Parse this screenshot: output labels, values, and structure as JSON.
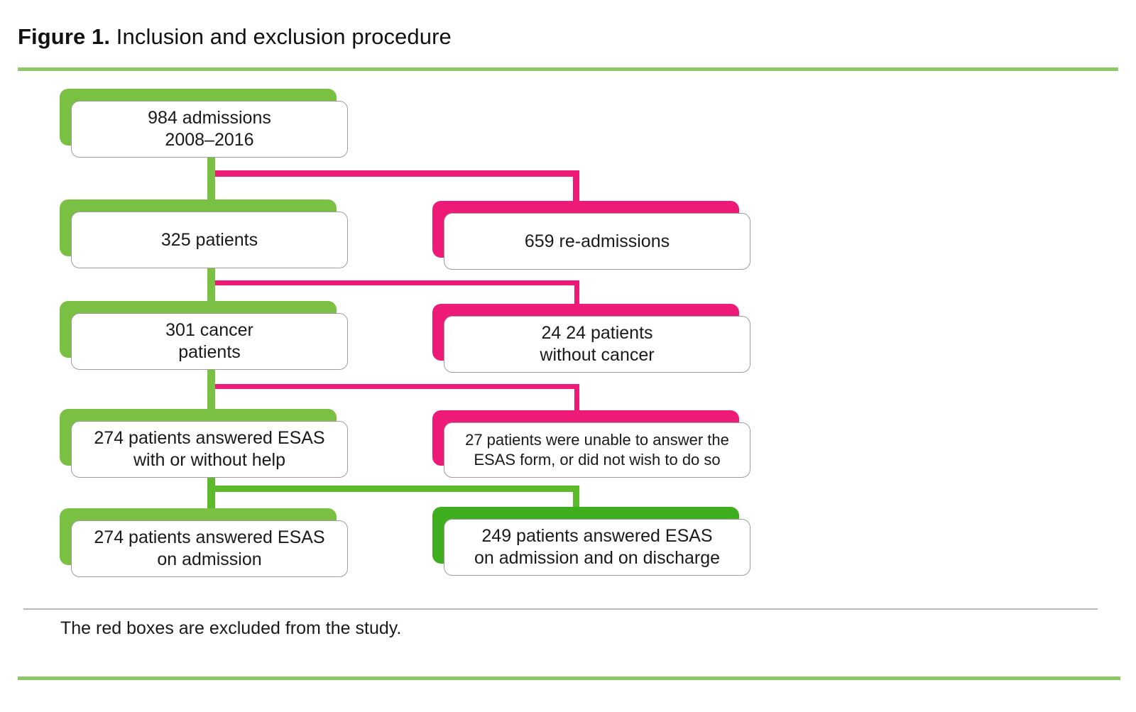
{
  "figure": {
    "label": "Figure 1.",
    "caption": " Inclusion and exclusion procedure",
    "footnote": "The red boxes are excluded from the study."
  },
  "colors": {
    "green_light": "#8CC863",
    "green_box": "#7AC143",
    "green_dark": "#3FAE1F",
    "pink": "#EE1A78",
    "rule_gray": "#b8b8b8",
    "card_border": "#9d9d9d",
    "text": "#1a1a1a",
    "background": "#ffffff"
  },
  "chart_data": {
    "type": "diagram",
    "title": "Figure 1. Inclusion and exclusion procedure",
    "nodes": [
      {
        "id": "n1",
        "label": "984 admissions\n2008–2016",
        "color": "green",
        "column": "left",
        "row": 1,
        "value": 984
      },
      {
        "id": "n2",
        "label": "325 patients",
        "color": "green",
        "column": "left",
        "row": 2,
        "value": 325
      },
      {
        "id": "n2x",
        "label": "659 re-admissions",
        "color": "pink",
        "column": "right",
        "row": 2,
        "value": 659
      },
      {
        "id": "n3",
        "label": "301 cancer\npatients",
        "color": "green",
        "column": "left",
        "row": 3,
        "value": 301
      },
      {
        "id": "n3x",
        "label": "24 24 patients\nwithout cancer",
        "color": "pink",
        "column": "right",
        "row": 3,
        "value": 24
      },
      {
        "id": "n4",
        "label": "274 patients answered ESAS\nwith or without help",
        "color": "green",
        "column": "left",
        "row": 4,
        "value": 274
      },
      {
        "id": "n4x",
        "label": "27 patients were unable to answer the\nESAS form, or did not wish to do so",
        "color": "pink",
        "column": "right",
        "row": 4,
        "value": 27
      },
      {
        "id": "n5",
        "label": "274 patients answered ESAS\non admission",
        "color": "green",
        "column": "left",
        "row": 5,
        "value": 274
      },
      {
        "id": "n5x",
        "label": "249 patients answered ESAS\non admission and on discharge",
        "color": "green-dark",
        "column": "right",
        "row": 5,
        "value": 249
      }
    ],
    "edges": [
      {
        "from": "n1",
        "to": "n2",
        "color": "green"
      },
      {
        "from": "n1",
        "to": "n2x",
        "color": "pink"
      },
      {
        "from": "n2",
        "to": "n3",
        "color": "green"
      },
      {
        "from": "n2",
        "to": "n3x",
        "color": "pink"
      },
      {
        "from": "n3",
        "to": "n4",
        "color": "green"
      },
      {
        "from": "n3",
        "to": "n4x",
        "color": "pink"
      },
      {
        "from": "n4",
        "to": "n5",
        "color": "green"
      },
      {
        "from": "n4",
        "to": "n5x",
        "color": "green-dark"
      }
    ],
    "legend": "The red boxes are excluded from the study."
  },
  "nodes": {
    "n1": "984 admissions\n2008–2016",
    "n2": "325 patients",
    "n2x": "659 re-admissions",
    "n3": "301 cancer\npatients",
    "n3x": "24 24 patients\nwithout cancer",
    "n4": "274 patients answered ESAS\nwith or without help",
    "n4x": "27 patients were unable to answer the\nESAS form, or did not wish to do so",
    "n5": "274 patients answered ESAS\non admission",
    "n5x": "249 patients answered ESAS\non admission and on discharge"
  }
}
